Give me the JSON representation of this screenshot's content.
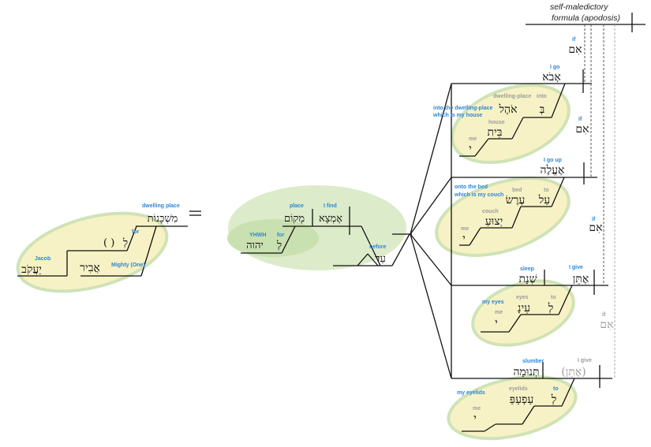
{
  "colors": {
    "blue": "#2e86d6",
    "gray": "#9c9c9c",
    "ellipse_yellow": "#f7f2c5",
    "ellipse_green": "#dcebc9",
    "ellipse_outline": "#cfe3b6",
    "dashed_line": "#555555",
    "dashed_line_gray": "#aaaaaa"
  },
  "note": {
    "line1": "self-maledictory",
    "line2": "formula (apodosis)"
  },
  "left": {
    "head_word": "מִשְׁכָּנוֹת",
    "head_gloss": "dwelling place",
    "equals": "=",
    "for_gloss": "for",
    "lamed": "לְ",
    "paren": "( )",
    "abir": "אֲבִיר",
    "abir_gloss": "Mighty (One)",
    "yaakov": "יַעֲקֹב",
    "yaakov_gloss": "Jacob"
  },
  "middle": {
    "makom": "מָקוֹם",
    "makom_gloss": "place",
    "emtsa": "אֶמְצָא",
    "emtsa_gloss": "I find",
    "yhwh": "יהוה",
    "yhwh_gloss": "YHWH",
    "lamed": "לְ",
    "for_gloss": "for",
    "ad": "עַד",
    "ad_gloss": "before"
  },
  "clauses": {
    "im1": "אִם",
    "im1_gloss": "if",
    "c1": {
      "verb": "אָבֹא",
      "verb_gloss": "I go",
      "bet": "בְּ",
      "bet_gloss": "into",
      "ohel": "אֹהֶל",
      "ohel_gloss": "dwelling-place",
      "bayit": "בֵּית",
      "bayit_gloss": "house",
      "suffix": "י",
      "suffix_gloss": "me",
      "phrase_gloss_1": "into the dwelling-place",
      "phrase_gloss_2": "which is my house"
    },
    "im2": "אִם",
    "im2_gloss": "if",
    "c2": {
      "verb": "אֶעֱלֶה",
      "verb_gloss": "I go up",
      "al": "עַל",
      "al_gloss": "to",
      "eres": "עֶרֶשׂ",
      "eres_gloss": "bed",
      "yetsua": "יְצוּעַ",
      "yetsua_gloss": "couch",
      "suffix": "י",
      "suffix_gloss": "me",
      "phrase_gloss_1": "onto the bed",
      "phrase_gloss_2": "which is my couch"
    },
    "im3": "אִם",
    "im3_gloss": "if",
    "c3": {
      "verb": "אֶתֵּן",
      "verb_gloss": "I give",
      "obj": "שְׁנָת",
      "obj_gloss": "sleep",
      "lamed": "לְ",
      "lamed_gloss": "to",
      "eynai": "עֵינָ",
      "eynai_gloss": "eyes",
      "suffix": "י",
      "suffix_gloss": "me",
      "phrase_gloss": "my eyes"
    },
    "im4": "אִם",
    "im4_gloss": "if",
    "c4": {
      "verb": "(אֶתֵּן)",
      "verb_gloss": "I give",
      "obj": "תְּנוּמָה",
      "obj_gloss": "slumber",
      "lamed": "לְ",
      "lamed_gloss": "to",
      "afapai": "עַפְעַפַּ",
      "afapai_gloss": "eyelids",
      "suffix": "י",
      "suffix_gloss": "me",
      "phrase_gloss": "my eyelids"
    }
  }
}
